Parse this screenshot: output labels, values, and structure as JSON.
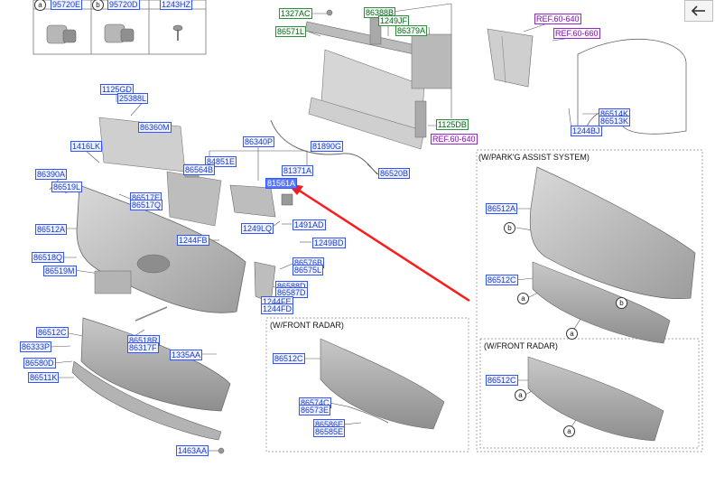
{
  "table": {
    "col_a": {
      "letter": "a",
      "part": "95720E"
    },
    "col_b": {
      "letter": "b",
      "part": "95720D"
    },
    "col_c": {
      "part": "1243HZ"
    }
  },
  "parts": {
    "p1327AC": "1327AC",
    "p86571L": "86571L",
    "p86388B": "86388B",
    "p1249JF": "1249JF",
    "p86379A": "86379A",
    "p1125DB": "1125DB",
    "refA": "REF.60-640",
    "refB": "REF.60-660",
    "refC": "REF.60-640",
    "p86514K": "86514K",
    "p86513K": "86513K",
    "p1244BJ": "1244BJ",
    "p1125GD": "1125GD",
    "p25388L": "25388L",
    "p86360M": "86360M",
    "p1416LK": "1416LK",
    "p86340P": "86340P",
    "p81890G": "81890G",
    "p84851E": "84851E",
    "p86564B": "86564B",
    "p81371A": "81371A",
    "p86520B": "86520B",
    "p81561A": "81561A",
    "p86390A": "86390A",
    "p86519L": "86519L",
    "p86517E": "86517E",
    "p86517Q": "86517Q",
    "p86512A": "86512A",
    "p1244FB": "1244FB",
    "p1249LQ": "1249LQ",
    "p1491AD": "1491AD",
    "p1249BD": "1249BD",
    "p86518Q": "86518Q",
    "p86519M": "86519M",
    "p86576B": "86576B",
    "p86575L": "86575L",
    "p86588D": "86588D",
    "p86587D": "86587D",
    "p1244FE": "1244FE",
    "p1244FD": "1244FD",
    "p86512C": "86512C",
    "p86333P": "86333P",
    "p86580D": "86580D",
    "p86511K": "86511K",
    "p86518R": "86518R",
    "p86317F": "86317F",
    "p1335AA": "1335AA",
    "p1463AA": "1463AA",
    "p86512C_b": "86512C",
    "p86574C": "86574C",
    "p86573E": "86573E",
    "p86586E": "86586E",
    "p86585E": "86585E",
    "p86512A_c": "86512A",
    "p86512C_c": "86512C",
    "p86512C_d": "86512C"
  },
  "sections": {
    "front_radar": "(W/FRONT RADAR)",
    "park_assist": "(W/PARK'G ASSIST SYSTEM)",
    "front_radar_2": "(W/FRONT RADAR)"
  },
  "markers": {
    "a": "a",
    "b": "b"
  },
  "icons": {
    "back": "back-arrow-icon"
  },
  "colors": {
    "label_blue": "#3355ff",
    "label_green": "#2f8f3c",
    "label_purple": "#8a2fbf",
    "pointer_red": "#ff1a1a"
  }
}
